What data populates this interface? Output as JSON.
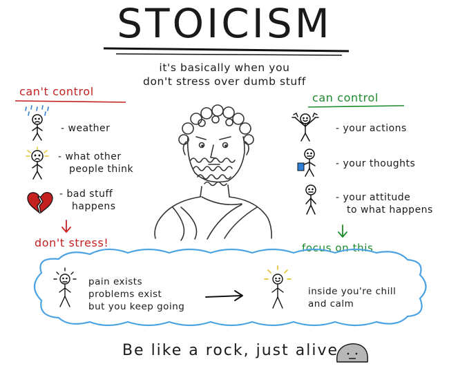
{
  "title": "STOICISM",
  "subtitle_line1": "it's basically when you",
  "subtitle_line2": "don't stress over dumb stuff",
  "cant_control": {
    "heading": "can't control",
    "items": [
      {
        "line1": "- weather",
        "line2": ""
      },
      {
        "line1": "- what other",
        "line2": "people think"
      },
      {
        "line1": "- bad stuff",
        "line2": "happens"
      }
    ],
    "result": "don't stress!"
  },
  "can_control": {
    "heading": "can control",
    "items": [
      {
        "line1": "- your actions",
        "line2": ""
      },
      {
        "line1": "- your thoughts",
        "line2": ""
      },
      {
        "line1": "- your attitude",
        "line2": "to what happens"
      }
    ],
    "result": "focus on this"
  },
  "cloud": {
    "left_lines": [
      "pain exists",
      "problems exist",
      "but you keep going"
    ],
    "right_lines": [
      "inside you're chill",
      "and calm"
    ]
  },
  "footer": "Be like a rock, just alive",
  "colors": {
    "red": "#c42020",
    "green": "#1d8a2c",
    "blue": "#2f7fd6",
    "yellow": "#e9c43a"
  },
  "icons": [
    "rain-stick-figure-icon",
    "worried-stick-figure-icon",
    "broken-heart-icon",
    "cheering-stick-figure-icon",
    "thinking-stick-figure-icon",
    "calm-stick-figure-icon",
    "stoic-philosopher-bust",
    "rock-face-icon"
  ]
}
